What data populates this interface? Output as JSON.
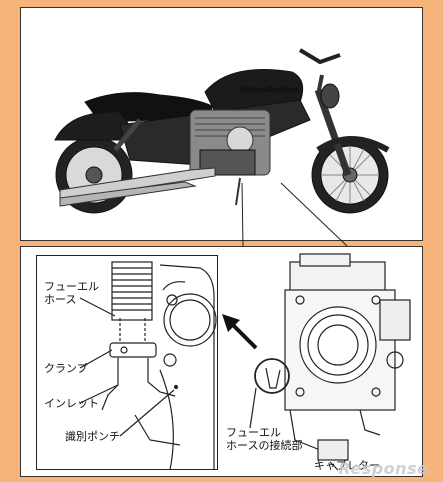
{
  "labels": {
    "fuel_hose_line1": "フューエル",
    "fuel_hose_line2": "ホース",
    "clamp": "クランプ",
    "inlet": "インレット",
    "id_punch": "識別ポンチ",
    "fuel_hose_connection_line1": "フューエル",
    "fuel_hose_connection_line2": "ホースの接続部",
    "carburetor": "キャブレター"
  },
  "watermark": "Response.",
  "colors": {
    "background": "#f6b47a",
    "panel": "#ffffff",
    "ink": "#222222"
  }
}
